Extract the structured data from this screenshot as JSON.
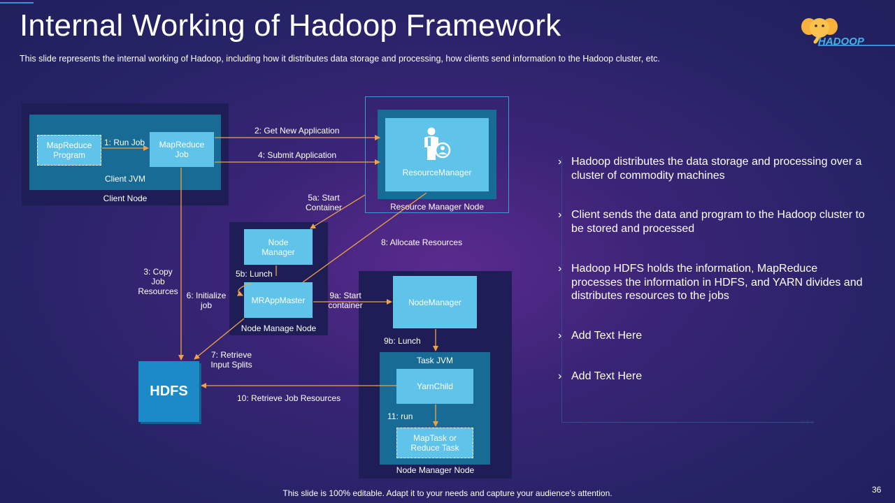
{
  "header": {
    "title": "Internal Working of Hadoop Framework",
    "subtitle": "This slide represents the internal working of Hadoop, including how it distributes data storage and processing, how clients send information to the Hadoop cluster, etc.",
    "logo_text": "HADOOP"
  },
  "diagram": {
    "client_node": {
      "label": "Client Node",
      "jvm_label": "Client JVM",
      "program": "MapReduce Program",
      "job": "MapReduce Job"
    },
    "rm_node": {
      "label": "Resource Manager Node",
      "resource_manager": "ResourceManager"
    },
    "nm_node1": {
      "label": "Node Manage Node",
      "node_manager": "Node Manager",
      "app_master": "MRAppMaster"
    },
    "nm_node2": {
      "label": "Node Manager Node",
      "node_manager": "NodeManager",
      "task_jvm": "Task JVM",
      "yarn_child": "YarnChild",
      "task": "MapTask or Reduce Task"
    },
    "hdfs": "HDFS",
    "steps": {
      "run_job": "1: Run Job",
      "get_app": "2: Get New Application",
      "copy_res": "3: Copy Job Resources",
      "submit_app": "4: Submit Application",
      "start_container": "5a: Start Container",
      "lunch_5b": "5b: Lunch",
      "init_job": "6: Initialize job",
      "retrieve_splits": "7: Retrieve Input Splits",
      "allocate": "8: Allocate Resources",
      "start_container_9a": "9a: Start container",
      "lunch_9b": "9b: Lunch",
      "retrieve_job_res": "10: Retrieve Job Resources",
      "run": "11: run"
    }
  },
  "bullets": [
    "Hadoop distributes the data storage and processing over a cluster of commodity machines",
    "Client sends the data and program to the Hadoop cluster to be stored and processed",
    "Hadoop HDFS holds the information, MapReduce processes the information in HDFS, and YARN divides and distributes resources to the jobs",
    "Add Text Here",
    "Add Text Here"
  ],
  "bullet_marker": "›",
  "footer": "This slide is 100% editable. Adapt it to your needs and capture your audience's attention.",
  "page_number": "36",
  "colors": {
    "background": "#262366",
    "panel": "#1f1d55",
    "teal": "#176b94",
    "light_box": "#5fc3ea",
    "arrow": "#f0a346",
    "hdfs": "#1b8ac6",
    "accent_line": "#3a8fd8"
  }
}
